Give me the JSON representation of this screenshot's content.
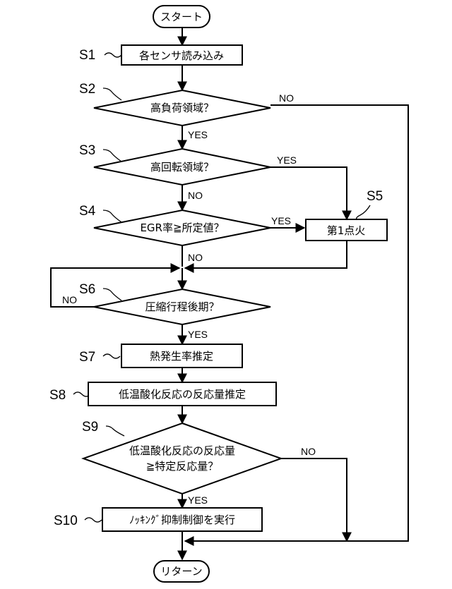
{
  "start": "スタート",
  "end": "リターン",
  "steps": [
    {
      "id": "S1",
      "text": "各センサ読み込み"
    },
    {
      "id": "S2",
      "text": "高負荷領域？"
    },
    {
      "id": "S3",
      "text": "高回転領域？"
    },
    {
      "id": "S4",
      "text": "EGR率≧所定値？"
    },
    {
      "id": "S5",
      "text": "第1点火"
    },
    {
      "id": "S6",
      "text": "圧縮行程後期？"
    },
    {
      "id": "S7",
      "text": "熱発生率推定"
    },
    {
      "id": "S8",
      "text": "低温酸化反応の反応量推定"
    },
    {
      "id": "S9",
      "text_line1": "低温酸化反応の反応量",
      "text_line2": "≧特定反応量？"
    },
    {
      "id": "S10",
      "text": "ﾉｯｷﾝｸﾞ抑制制御を実行"
    }
  ],
  "branch_labels": {
    "s2_no": "NO",
    "s2_yes": "YES",
    "s3_yes": "YES",
    "s3_no": "NO",
    "s4_yes": "YES",
    "s4_no": "NO",
    "s6_no": "NO",
    "s6_yes": "YES",
    "s9_no": "NO",
    "s9_yes": "YES"
  }
}
